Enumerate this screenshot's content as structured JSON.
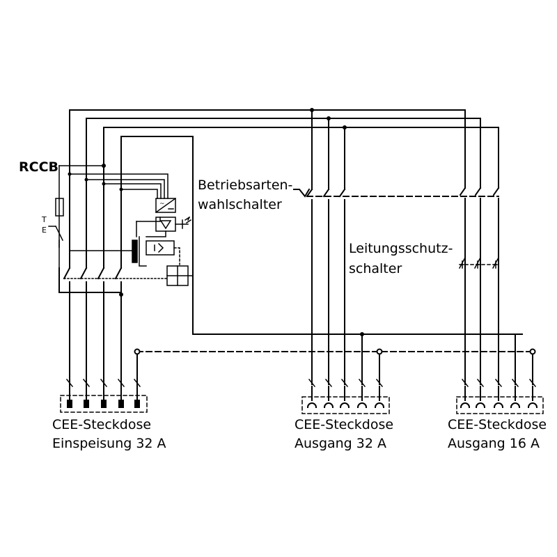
{
  "labels": {
    "rccb": "RCCB",
    "test_t": "T",
    "test_e": "E",
    "mode_switch_line1": "Betriebsarten-",
    "mode_switch_line2": "wahlschalter",
    "mcb_line1": "Leitungsschutz-",
    "mcb_line2": "schalter"
  },
  "sockets": [
    {
      "line1": "CEE-Steckdose",
      "line2": "Einspeisung 32 A"
    },
    {
      "line1": "CEE-Steckdose",
      "line2": "Ausgang 32 A"
    },
    {
      "line1": "CEE-Steckdose",
      "line2": "Ausgang 16 A"
    }
  ],
  "colors": {
    "line": "#000000",
    "background": "#ffffff"
  }
}
